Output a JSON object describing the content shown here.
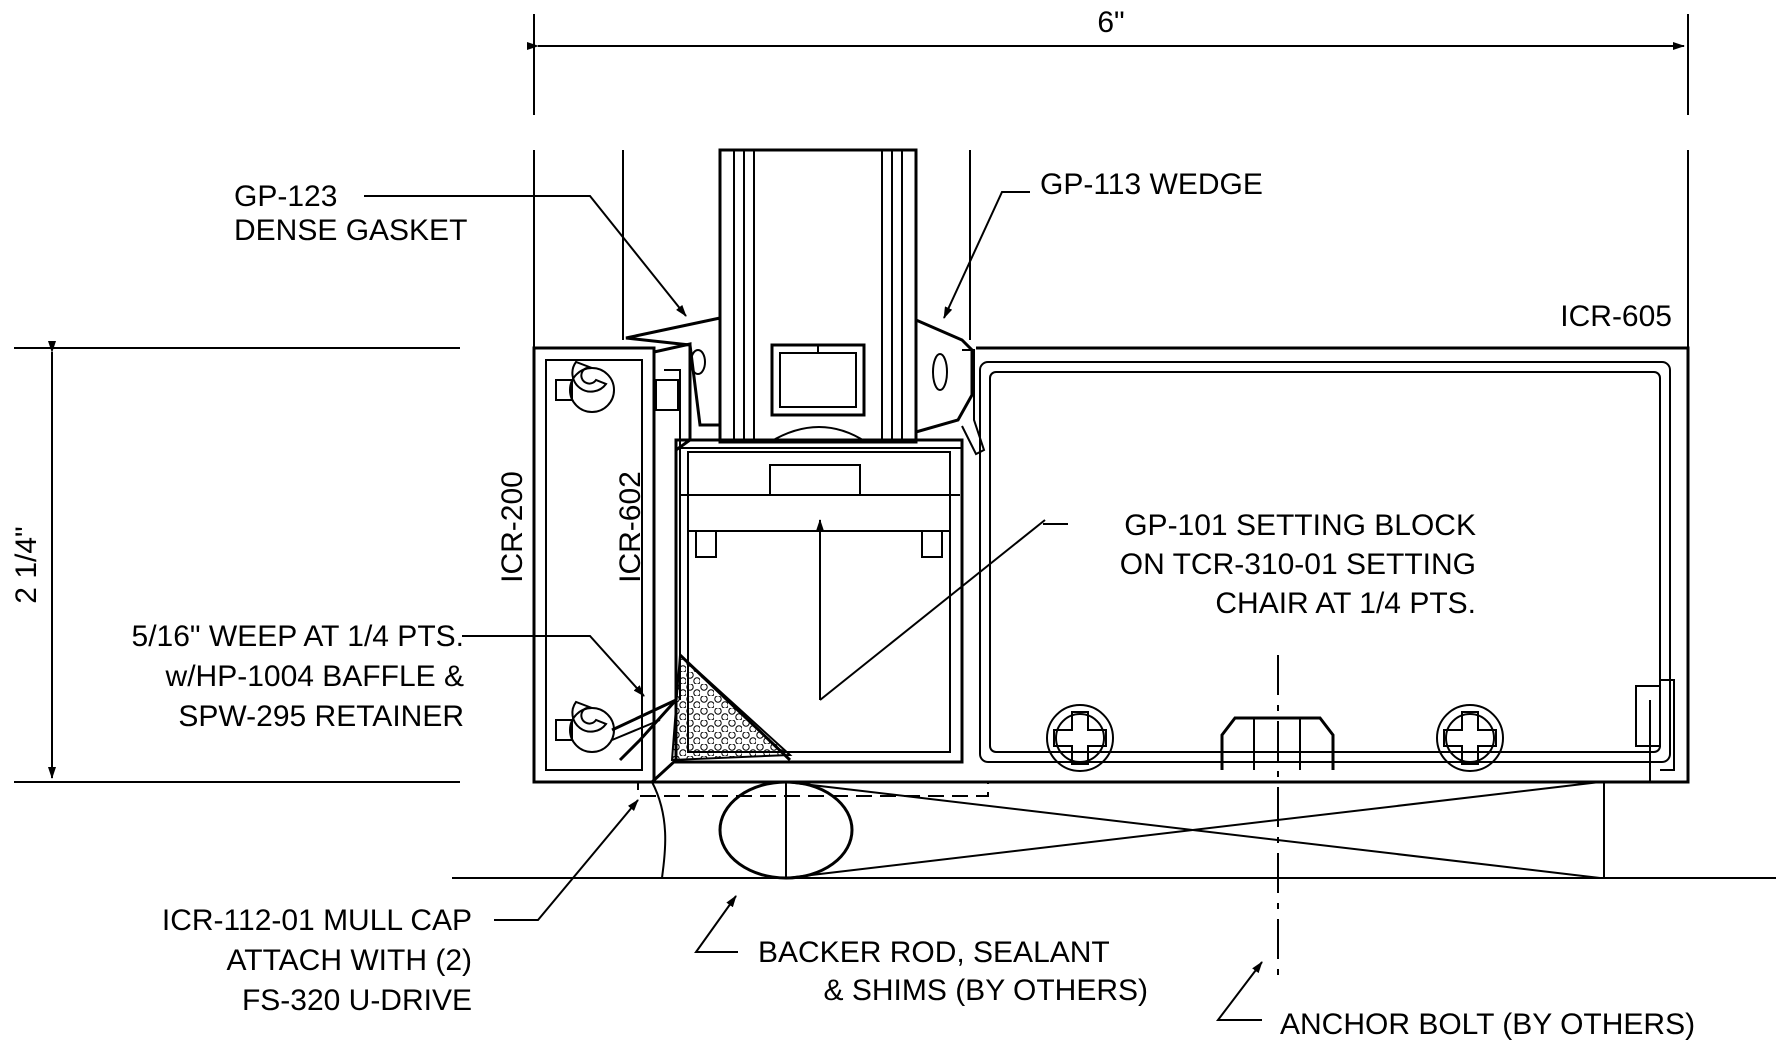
{
  "dimensions": {
    "width_label": "6\"",
    "height_label": "2 1/4\""
  },
  "callouts": {
    "gp123_line1": "GP-123",
    "gp123_line2": "DENSE GASKET",
    "gp113": "GP-113 WEDGE",
    "icr605": "ICR-605",
    "icr200": "ICR-200",
    "icr602": "ICR-602",
    "setting_block_line1": "GP-101 SETTING BLOCK",
    "setting_block_line2": "ON TCR-310-01 SETTING",
    "setting_block_line3": "CHAIR AT 1/4 PTS.",
    "weep_line1": "5/16\" WEEP AT 1/4 PTS.",
    "weep_line2": "w/HP-1004 BAFFLE &",
    "weep_line3": "SPW-295 RETAINER",
    "mullcap_line1": "ICR-112-01 MULL CAP",
    "mullcap_line2": "ATTACH WITH (2)",
    "mullcap_line3": "FS-320 U-DRIVE",
    "backer_line1": "BACKER ROD, SEALANT",
    "backer_line2": "& SHIMS (BY OTHERS)",
    "anchor": "ANCHOR BOLT (BY OTHERS)"
  },
  "colors": {
    "ink": "#000000",
    "paper": "#ffffff"
  }
}
